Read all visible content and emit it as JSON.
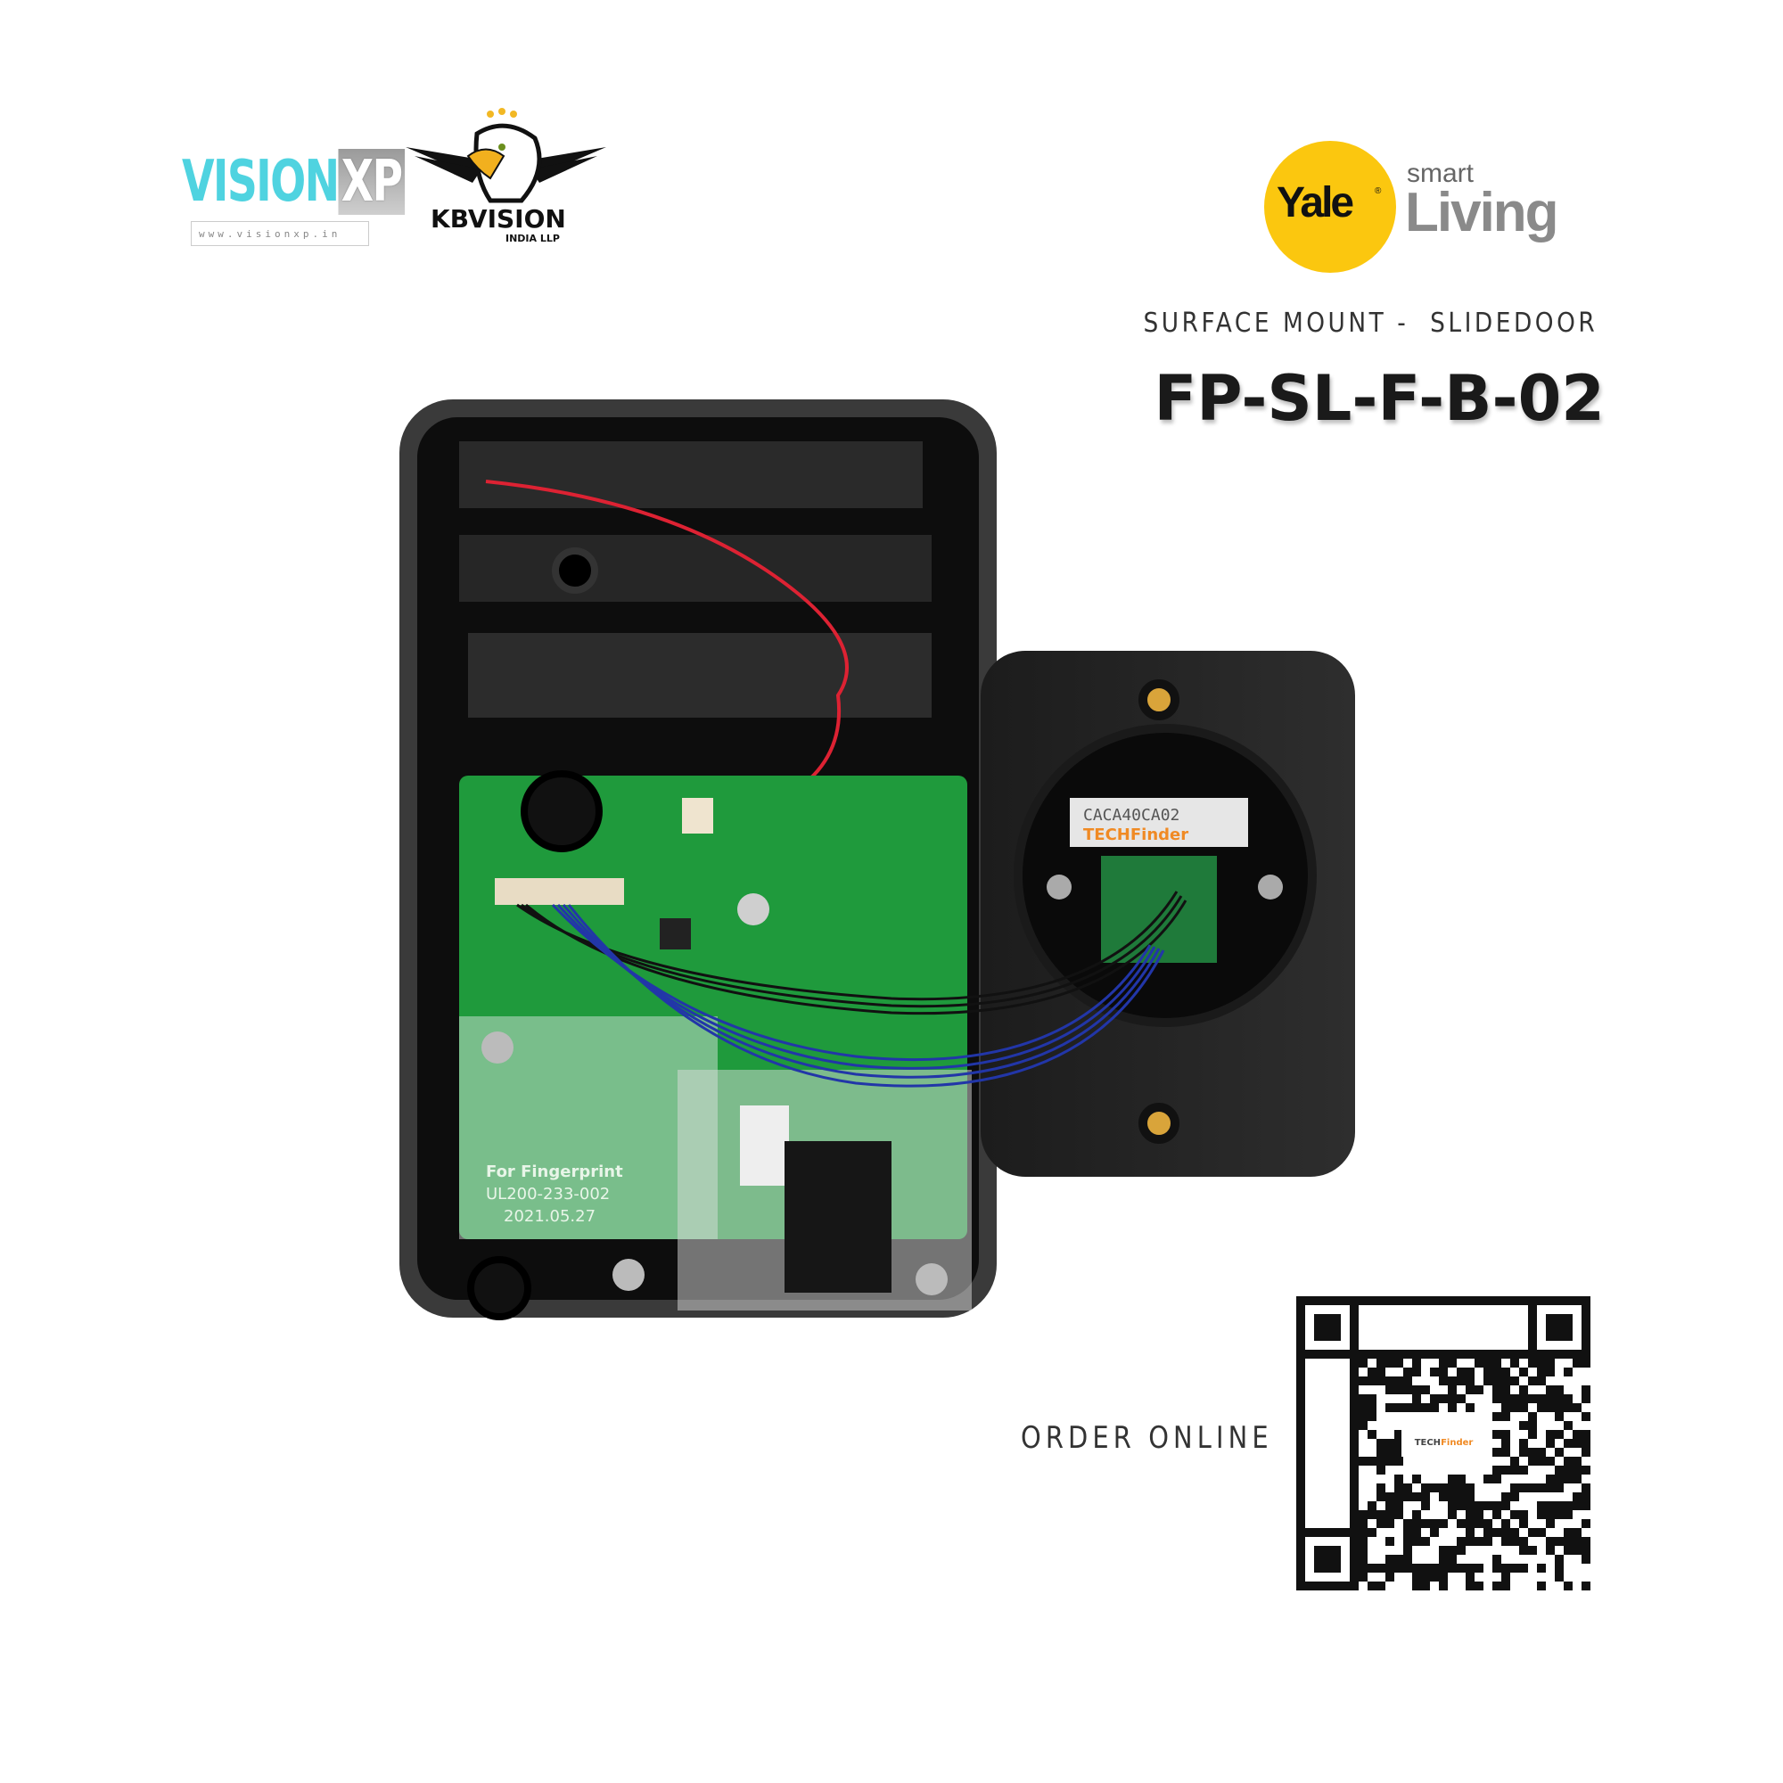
{
  "logos": {
    "visionxp": {
      "part1": "VISION",
      "part2": "XP",
      "url": "www.visionxp.in"
    },
    "kbvision": {
      "name": "KBVISION",
      "sub": "INDIA LLP"
    },
    "yale": {
      "word": "Yale",
      "reg": "®",
      "smart": "smart",
      "living": "Living",
      "color": "#fbc70f"
    }
  },
  "product": {
    "subtitle": "SURFACE MOUNT -  SLIDEDOOR",
    "model": "FP-SL-F-B-02"
  },
  "photo": {
    "sticker_code": "CACA40CA02",
    "pcb_label_1": "For Fingerprint",
    "pcb_label_2": "UL200-233-002",
    "pcb_label_3": "2021.05.27",
    "watermark": "TECHFinder"
  },
  "order": {
    "label": "ORDER ONLINE",
    "qr_logo_a": "TECH",
    "qr_logo_b": "Finder"
  }
}
